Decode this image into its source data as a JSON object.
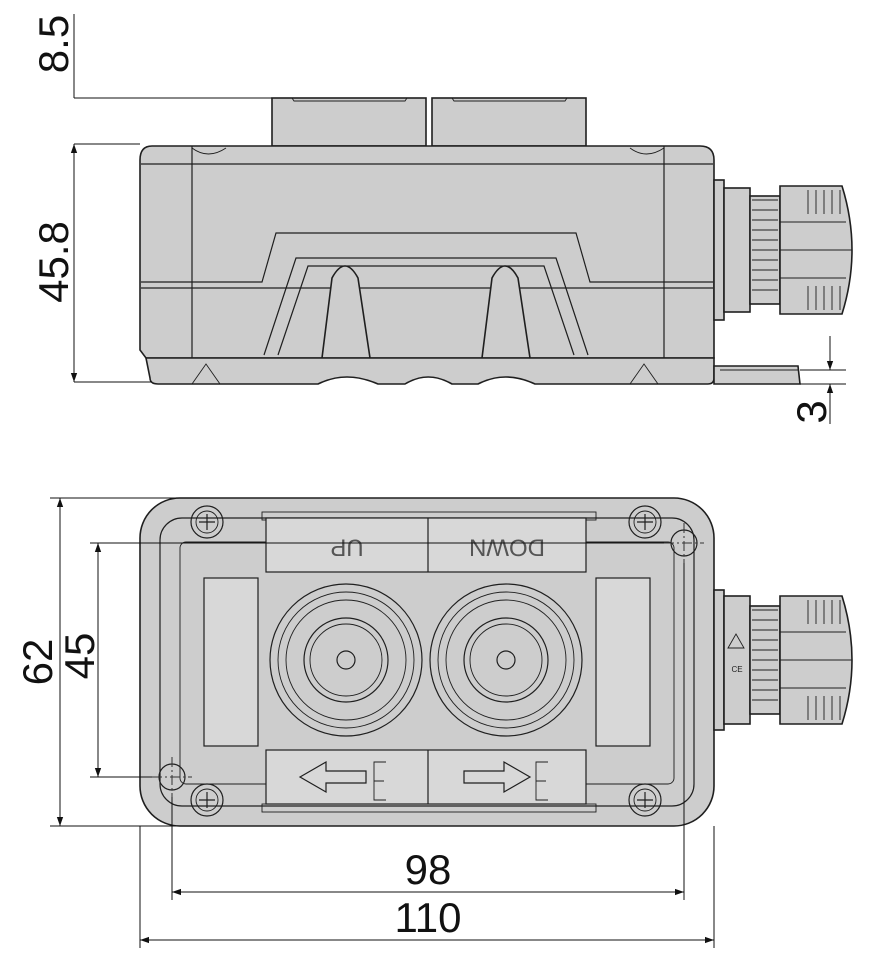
{
  "dimensions": {
    "top_cap_height": "8.5",
    "body_height": "45.8",
    "foot_height": "3",
    "overall_height": "62",
    "mount_hole_spacing_vertical": "45",
    "mount_hole_spacing_horizontal": "98",
    "overall_width": "110"
  },
  "labels": {
    "up": "UP",
    "down": "DOWN"
  },
  "colors": {
    "housing": "#cdcdcd",
    "outline": "#1f1f1f",
    "background": "#ffffff"
  }
}
